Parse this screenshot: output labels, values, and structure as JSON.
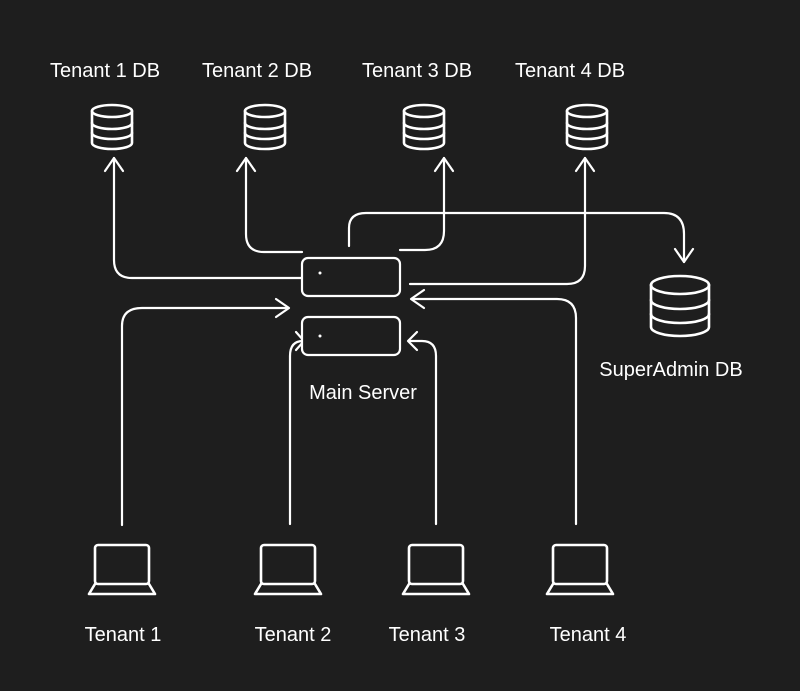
{
  "colors": {
    "background": "#1e1e1e",
    "stroke": "#ffffff",
    "text": "#ffffff"
  },
  "databases": [
    {
      "label": "Tenant 1 DB",
      "icon": "database-icon"
    },
    {
      "label": "Tenant 2 DB",
      "icon": "database-icon"
    },
    {
      "label": "Tenant 3 DB",
      "icon": "database-icon"
    },
    {
      "label": "Tenant 4 DB",
      "icon": "database-icon"
    }
  ],
  "superadmin": {
    "label": "SuperAdmin DB",
    "icon": "database-icon"
  },
  "server": {
    "label": "Main Server"
  },
  "tenants": [
    {
      "label": "Tenant 1",
      "icon": "laptop-icon"
    },
    {
      "label": "Tenant 2",
      "icon": "laptop-icon"
    },
    {
      "label": "Tenant 3",
      "icon": "laptop-icon"
    },
    {
      "label": "Tenant 4",
      "icon": "laptop-icon"
    }
  ]
}
